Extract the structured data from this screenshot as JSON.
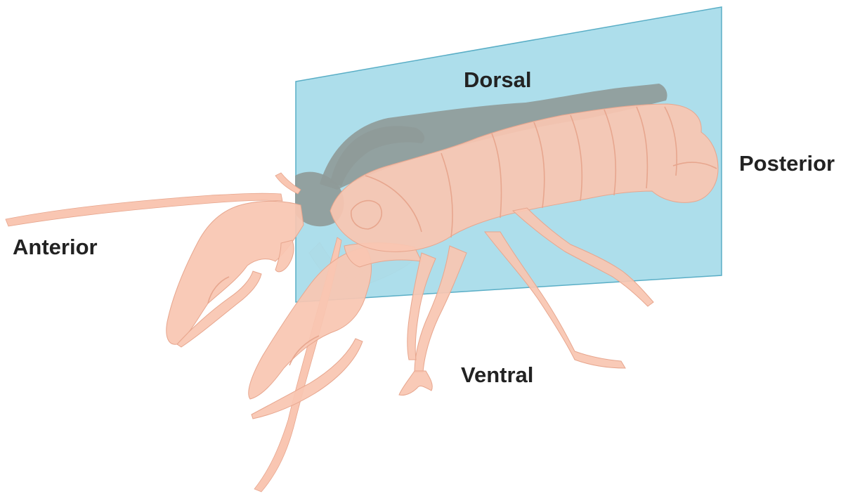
{
  "diagram": {
    "labels": {
      "dorsal": "Dorsal",
      "posterior": "Posterior",
      "anterior": "Anterior",
      "ventral": "Ventral"
    },
    "colors": {
      "plane_fill": "#a9dcea",
      "plane_stroke": "#5aaec6",
      "body_fill": "#f9c6b2",
      "body_line": "#e7a68e",
      "shadow_fill": "#8f9a98",
      "label_text": "#222222"
    }
  }
}
